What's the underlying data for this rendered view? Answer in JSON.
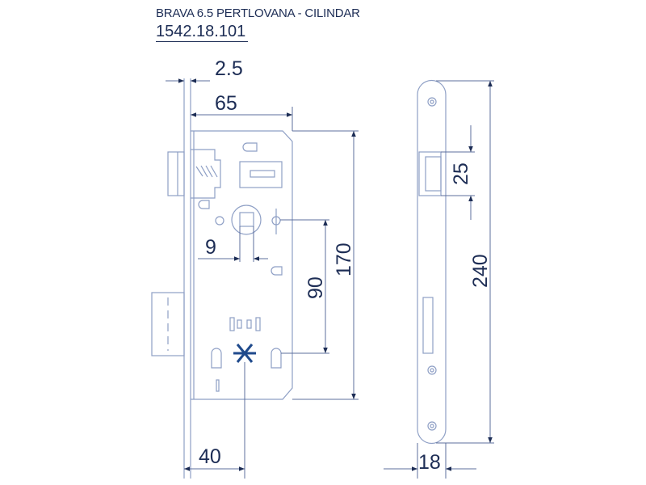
{
  "header": {
    "title": "BRAVA 6.5 PERTLOVANA - CILINDAR",
    "code": "1542.18.101"
  },
  "dimensions": {
    "faceplate_thickness": "2.5",
    "backset_body": "65",
    "follower_square": "9",
    "center_distance": "90",
    "body_height": "170",
    "backset": "40",
    "latch_height": "25",
    "faceplate_length": "240",
    "faceplate_width": "18"
  },
  "colors": {
    "text": "#1d2d55",
    "lines": "#8e9fc5",
    "cylinder": "#1f4a8c"
  }
}
